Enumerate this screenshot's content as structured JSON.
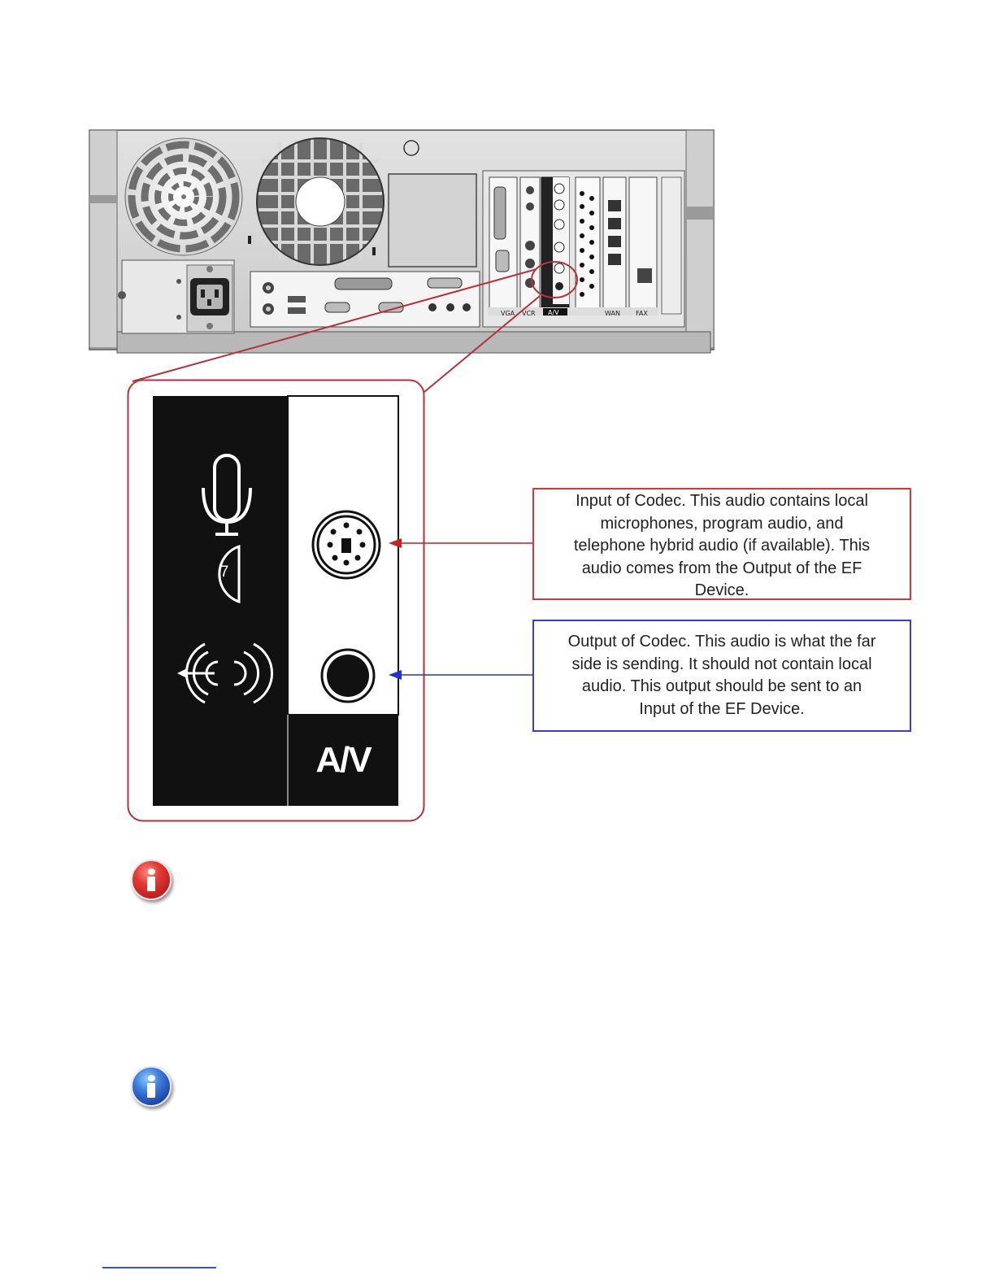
{
  "diagram": {
    "computer_rear_labels": [
      "VGA",
      "VCR",
      "A/V",
      "WAN",
      "FAX"
    ],
    "av_panel_label": "A/V",
    "mic_channel_number": "7"
  },
  "callouts": {
    "input": {
      "lines": [
        "Input of Codec.  This audio contains local",
        "microphones, program audio, and",
        "telephone hybrid audio (if available).  This",
        "audio comes from the Output of the EF",
        "Device."
      ],
      "border_color": "#d8353b"
    },
    "output": {
      "lines": [
        "Output of Codec.  This audio is what the far",
        "side is sending.  It should not contain local",
        "audio.  This output should be sent to an",
        "Input of the EF Device."
      ],
      "border_color": "#3b3bd0"
    }
  },
  "icons": {
    "warning_info": "red-info-icon",
    "note_info": "blue-info-icon"
  },
  "colors": {
    "zoom_outline": "#b5323c",
    "input_arrow": "#cc1f1f",
    "output_arrow": "#2233cc"
  }
}
